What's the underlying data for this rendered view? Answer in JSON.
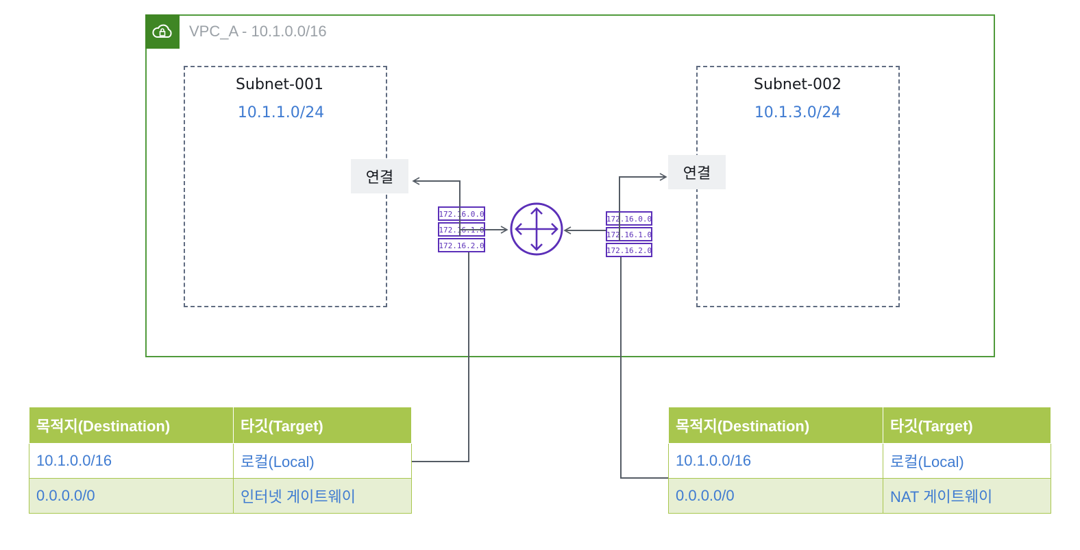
{
  "vpc": {
    "title": "VPC_A - 10.1.0.0/16",
    "icon": "vpc-cloud-lock-icon",
    "color": "#3f8624"
  },
  "subnets": [
    {
      "name": "Subnet-001",
      "cidr": "10.1.1.0/24"
    },
    {
      "name": "Subnet-002",
      "cidr": "10.1.3.0/24"
    }
  ],
  "association_label_left": "연결",
  "association_label_right": "연결",
  "route_table_icon": {
    "entries": [
      "172.16.0.0",
      "172.16.1.0",
      "172.16.2.0"
    ],
    "color": "#5b2fb8"
  },
  "router_icon": "router-icon",
  "route_tables": [
    {
      "headers": [
        "목적지(Destination)",
        "타깃(Target)"
      ],
      "rows": [
        [
          "10.1.0.0/16",
          "로컬(Local)"
        ],
        [
          "0.0.0.0/0",
          "인터넷 게이트웨이"
        ]
      ]
    },
    {
      "headers": [
        "목적지(Destination)",
        "타깃(Target)"
      ],
      "rows": [
        [
          "10.1.0.0/16",
          "로컬(Local)"
        ],
        [
          "0.0.0.0/0",
          "NAT 게이트웨이"
        ]
      ]
    }
  ],
  "colors": {
    "table_header": "#a8c64e",
    "table_alt_row": "#e7efd3",
    "link_blue": "#3f7bd1",
    "connector": "#545b64"
  }
}
